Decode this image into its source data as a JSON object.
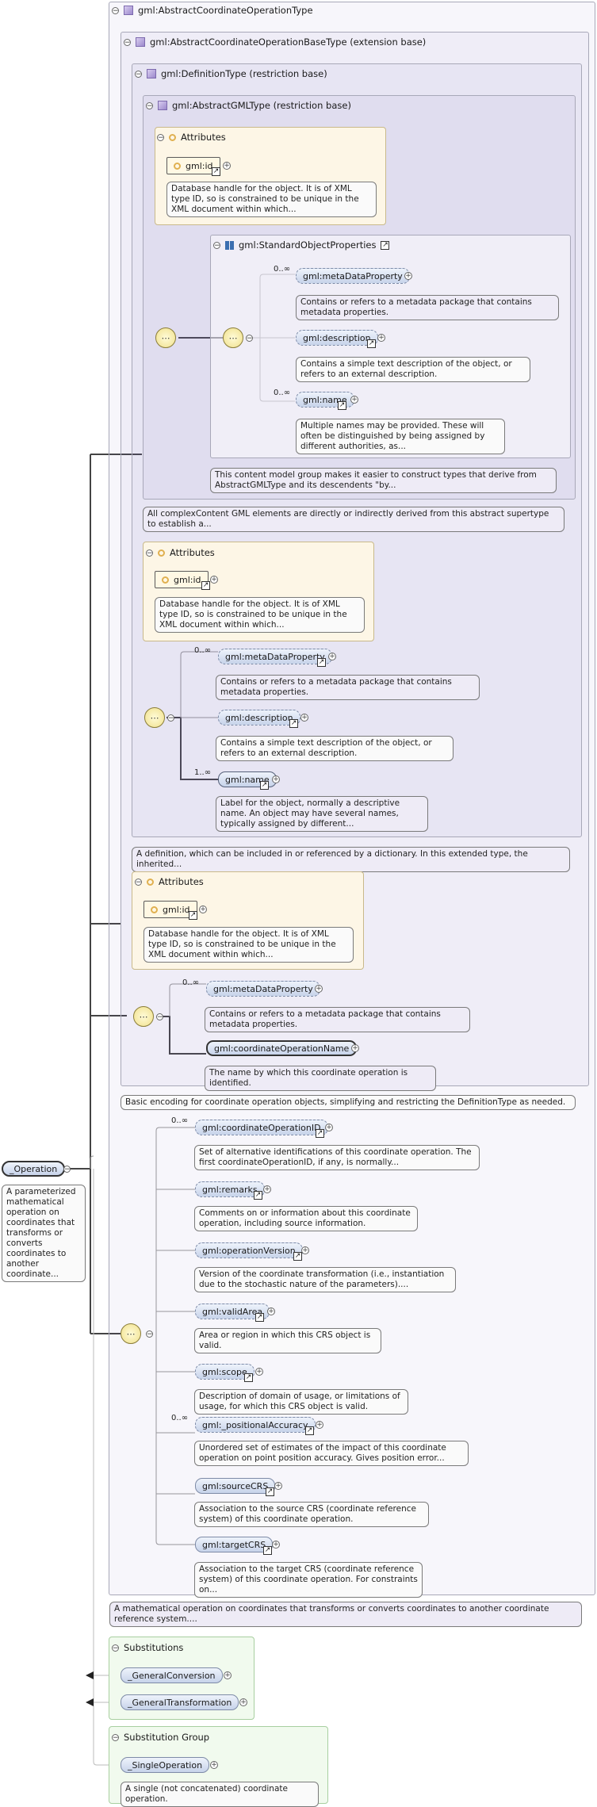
{
  "root": {
    "name": "_Operation",
    "description": "A parameterized mathematical operation on coordinates that transforms or converts coordinates to another coordinate..."
  },
  "types": {
    "abstract_coordinate_operation": "gml:AbstractCoordinateOperationType",
    "abstract_coordinate_operation_base": "gml:AbstractCoordinateOperationBaseType (extension base)",
    "definition_type": "gml:DefinitionType (restriction base)",
    "abstract_gml": "gml:AbstractGMLType (restriction base)",
    "standard_object_properties": "gml:StandardObjectProperties"
  },
  "attributes_label": "Attributes",
  "gml_id": {
    "name": "gml:id",
    "description": "Database handle for the object. It is of XML type ID, so is constrained to be unique in the XML document within which..."
  },
  "standard_props": {
    "meta": {
      "card": "0..∞",
      "name": "gml:metaDataProperty",
      "description": "Contains or refers to a metadata package that contains metadata properties."
    },
    "description": {
      "name": "gml:description",
      "description": "Contains a simple text description of the object, or refers to an external description."
    },
    "name": {
      "card": "0..∞",
      "name": "gml:name",
      "description": "Multiple names may be provided. These will often be distinguished by being assigned by different authorities, as..."
    },
    "group_note": "This content model group makes it easier to construct types that derive from AbstractGMLType and its descendents \"by..."
  },
  "abstract_gml_note": "All complexContent GML elements are directly or indirectly derived from this abstract supertype to establish a...",
  "definition_seq": {
    "meta": {
      "card": "0..∞",
      "name": "gml:metaDataProperty",
      "description": "Contains or refers to a metadata package that contains metadata properties."
    },
    "description": {
      "name": "gml:description",
      "description": "Contains a simple text description of the object, or refers to an external description."
    },
    "name": {
      "card": "1..∞",
      "name": "gml:name",
      "description": "Label for the object, normally a descriptive name. An object may have several names, typically assigned by different..."
    }
  },
  "definition_note": "A definition, which can be included in or referenced by a dictionary. In this extended type, the inherited...",
  "base_seq": {
    "meta": {
      "card": "0..∞",
      "name": "gml:metaDataProperty",
      "description": "Contains or refers to a metadata package that contains metadata properties."
    },
    "op_name": {
      "name": "gml:coordinateOperationName",
      "description": "The name by which this coordinate operation is identified."
    }
  },
  "base_note": "Basic encoding for coordinate operation objects, simplifying and restricting the DefinitionType as needed.",
  "op_seq": [
    {
      "card": "0..∞",
      "name": "gml:coordinateOperationID",
      "description": "Set of alternative identifications of this coordinate operation. The first coordinateOperationID, if any, is normally..."
    },
    {
      "card": "",
      "name": "gml:remarks",
      "description": "Comments on or information about this coordinate operation, including source information."
    },
    {
      "card": "",
      "name": "gml:operationVersion",
      "description": "Version of the coordinate transformation (i.e., instantiation due to the stochastic nature of the parameters)...."
    },
    {
      "card": "",
      "name": "gml:validArea",
      "description": "Area or region in which this CRS object is valid."
    },
    {
      "card": "",
      "name": "gml:scope",
      "description": "Description of domain of usage, or limitations of usage, for which this CRS object is valid."
    },
    {
      "card": "0..∞",
      "name": "gml:_positionalAccuracy",
      "description": "Unordered set of estimates of the impact of this coordinate operation on point position accuracy. Gives position error..."
    },
    {
      "card": "",
      "name": "gml:sourceCRS",
      "description": "Association to the source CRS (coordinate reference system) of this coordinate operation."
    },
    {
      "card": "",
      "name": "gml:targetCRS",
      "description": "Association to the target CRS (coordinate reference system) of this coordinate operation. For constraints on..."
    }
  ],
  "type_note": "A mathematical operation on coordinates that transforms or converts coordinates to another coordinate reference system....",
  "substitutions": {
    "label": "Substitutions",
    "items": [
      "_GeneralConversion",
      "_GeneralTransformation"
    ]
  },
  "substitution_group": {
    "label": "Substitution Group",
    "name": "_SingleOperation",
    "description": "A single (not concatenated) coordinate operation."
  },
  "icons": {
    "toggle": "⊖",
    "plus": "+",
    "link_arrow": "↗",
    "sequence": "⋯"
  }
}
